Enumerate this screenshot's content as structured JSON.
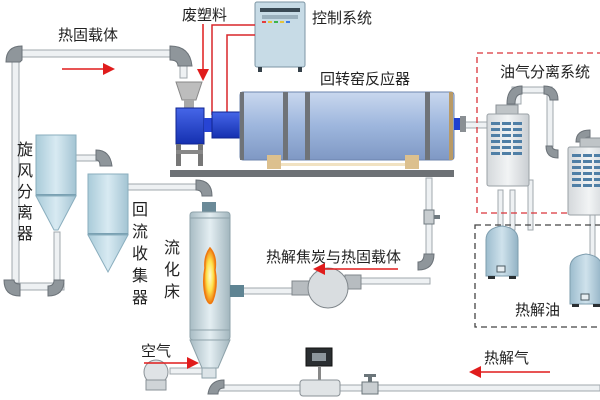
{
  "diagram": {
    "labels": {
      "heat_carrier": "热固载体",
      "waste_plastic": "废塑料",
      "control_system": "控制系统",
      "rotary_kiln": "回转窑反应器",
      "oil_gas_separation": "油气分离系统",
      "cyclone_separator": [
        "旋",
        "风",
        "分",
        "离",
        "器"
      ],
      "return_collector": [
        "回",
        "流",
        "收",
        "集",
        "器"
      ],
      "fluidized_bed": [
        "流",
        "化",
        "床"
      ],
      "char_and_carrier": "热解焦炭与热固载体",
      "pyrolysis_oil": "热解油",
      "air": "空气",
      "pyrolysis_gas": "热解气"
    },
    "colors": {
      "arrow": "#e01c1c",
      "pipe": "#e8ecef",
      "pipe_edge": "#9aa3aa",
      "kiln": "#a9c0e2",
      "motor": "#1f3fcf",
      "tank": "#b8d3e0",
      "separation_box": "#d9343a",
      "oil_box": "#444444",
      "flame_outer": "#f08a12",
      "flame_inner": "#fff27a"
    },
    "icons": {
      "flow_arrow": "arrow-icon",
      "valve": "valve-icon",
      "elbow": "pipe-elbow-icon",
      "flow_meter": "flowmeter-icon"
    }
  }
}
